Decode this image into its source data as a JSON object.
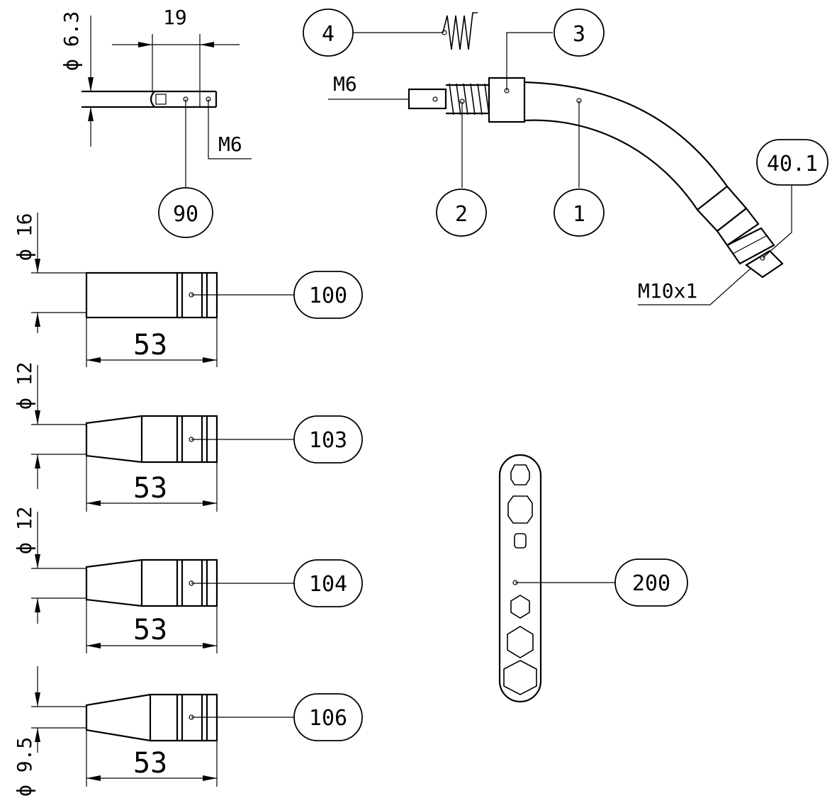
{
  "drawing": {
    "items": [
      {
        "id": "1",
        "label": "1"
      },
      {
        "id": "2",
        "label": "2"
      },
      {
        "id": "3",
        "label": "3"
      },
      {
        "id": "4",
        "label": "4"
      },
      {
        "id": "40.1",
        "label": "40.1"
      },
      {
        "id": "90",
        "label": "90"
      },
      {
        "id": "100",
        "label": "100"
      },
      {
        "id": "103",
        "label": "103"
      },
      {
        "id": "104",
        "label": "104"
      },
      {
        "id": "106",
        "label": "106"
      },
      {
        "id": "200",
        "label": "200"
      }
    ],
    "labels": {
      "m6_neck": "M6",
      "m6_contact": "M6",
      "m10x1": "M10x1",
      "dia_6_3": "ϕ 6.3",
      "len_19": "19",
      "dia_16": "ϕ 16",
      "dia_12_a": "ϕ 12",
      "dia_12_b": "ϕ 12",
      "dia_9_5": "ϕ 9.5",
      "len_53_a": "53",
      "len_53_b": "53",
      "len_53_c": "53",
      "len_53_d": "53"
    }
  }
}
